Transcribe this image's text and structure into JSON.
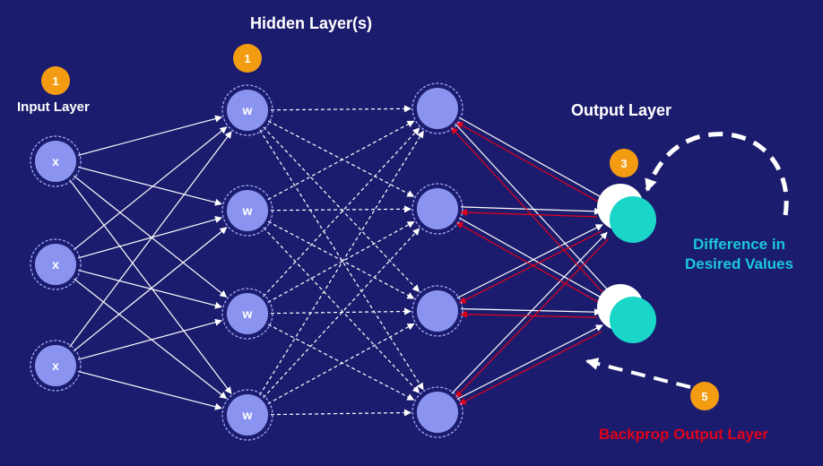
{
  "labels": {
    "hidden_layers": "Hidden Layer(s)",
    "input_layer": "Input Layer",
    "output_layer": "Output Layer",
    "difference": "Difference in\nDesired Values",
    "backprop": "Backprop Output Layer"
  },
  "badges": {
    "input": "1",
    "hidden": "1",
    "output": "3",
    "backprop": "5"
  },
  "node_text": {
    "input": "x",
    "hidden": "w"
  },
  "colors": {
    "background": "#1c1c6e",
    "node_fill": "#8a94f0",
    "output_fill": "#1ad6c9",
    "badge": "#f39c12",
    "backprop_red": "#e0001a",
    "difference_text": "#1ac8d8"
  }
}
